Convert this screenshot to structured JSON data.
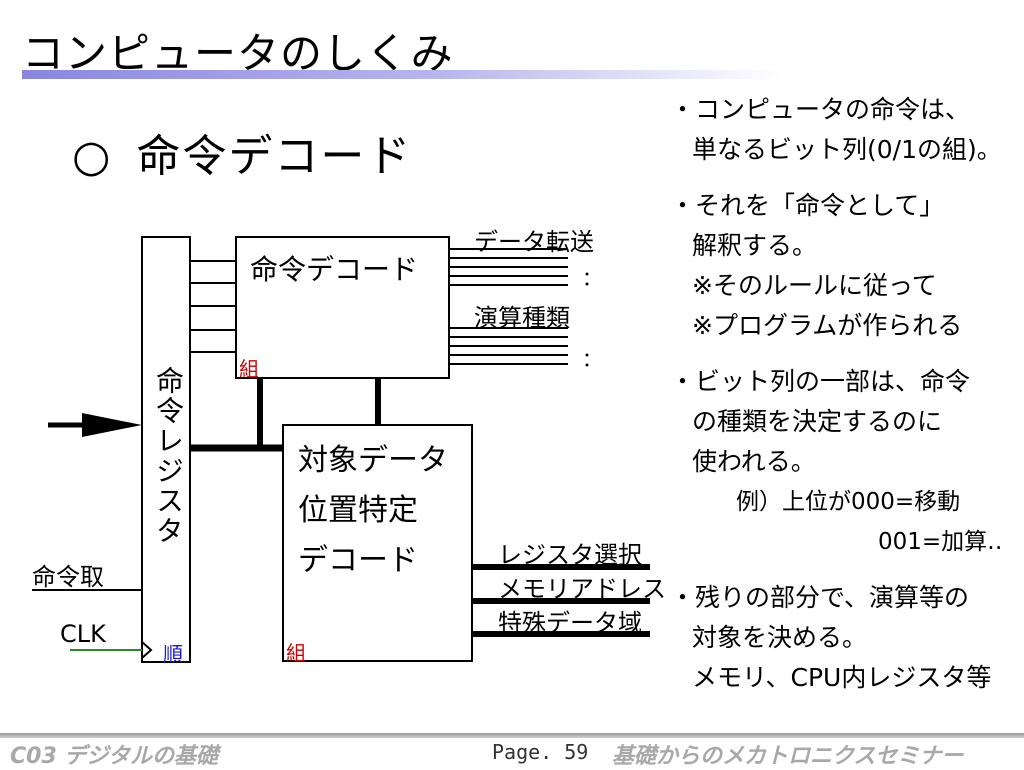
{
  "title": "コンピュータのしくみ",
  "heading": {
    "mark": "○",
    "text": "命令デコード"
  },
  "diagram": {
    "instruction_register": "命令レジスタ",
    "decoder_label": "命令デコード",
    "decoder_tag": "組",
    "operand_label_lines": [
      "対象データ",
      "位置特定",
      "デコード"
    ],
    "operand_tag": "組",
    "output_data_transfer": "データ転送",
    "output_operation_kind": "演算種類",
    "ellipsis_mark": "：",
    "output_register_select": "レジスタ選択",
    "output_memory_address": "メモリアドレス",
    "output_special_data": "特殊データ域",
    "input_fetch": "命令取",
    "input_clk": "CLK",
    "clk_tag": "順"
  },
  "bullets": {
    "b1_line1": "・コンピュータの命令は、",
    "b1_line2": "単なるビット列(0/1の組)。",
    "b2_line1": "・それを「命令として」",
    "b2_line2": "解釈する。",
    "b2_line3": "※そのルールに従って",
    "b2_line4": "※プログラムが作られる",
    "b3_line1": "・ビット列の一部は、命令",
    "b3_line2": "の種類を決定するのに",
    "b3_line3": "使われる。",
    "b3_example1": "例）上位が000=移動",
    "b3_example2": "001=加算‥",
    "b4_line1": "・残りの部分で、演算等の",
    "b4_line2": "対象を決める。",
    "b4_line3": "メモリ、CPU内レジスタ等"
  },
  "footer": {
    "left": "C03  デジタルの基礎",
    "page": "Page. 59",
    "right": "基礎からのメカトロニクスセミナー"
  },
  "colors": {
    "title_rule": "#8a86e0",
    "tag_red": "#cc0000",
    "tag_blue": "#1a1acc",
    "clk_line": "#2a8a2a",
    "footer_text": "#a8a8a8"
  }
}
